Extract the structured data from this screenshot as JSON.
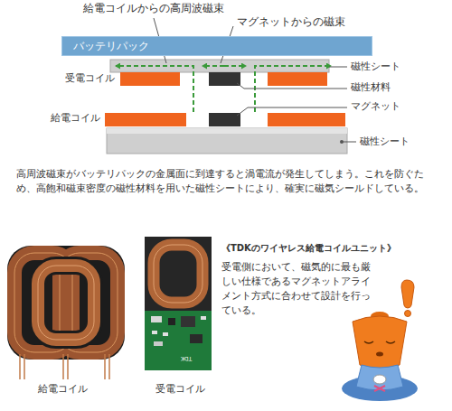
{
  "diagram": {
    "caption": "高周波磁束がバッテリパックの金属面に到達すると渦電流が発生してしまう。これを防ぐため、高飽和磁束密度の磁性材料を用いた磁性シートにより、確実に磁気シールドしている。",
    "nodes": [
      {
        "text": [
          "バッテリパック"
        ]
      }
    ],
    "labels": [
      "給電コイルからの高周波磁束",
      "マグネットからの磁束",
      "受電コイル",
      "給電コイル",
      "磁性シート",
      "磁性材料",
      "マグネット",
      "磁性シート",
      "《TDKのワイヤレス給電コイルユニット》",
      "受電側において、磁気的に最も厳しい仕様であるマグネットアライメント方式に合わせて設計を行っている。",
      "給電コイル",
      "受電コイル",
      "TDK"
    ]
  }
}
